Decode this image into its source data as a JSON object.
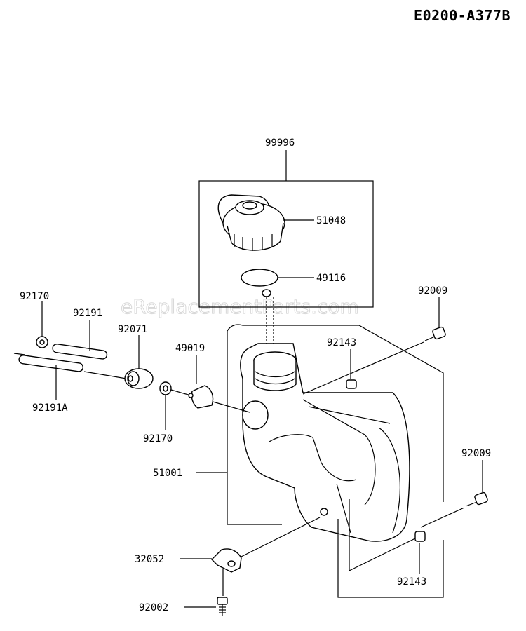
{
  "diagram_code": "E0200-A377B",
  "watermark": "eReplacementParts.com",
  "labels": {
    "p99996": "99996",
    "p51048": "51048",
    "p49116": "49116",
    "p92009_top": "92009",
    "p92170_top": "92170",
    "p92191": "92191",
    "p92071": "92071",
    "p49019": "49019",
    "p92143_top": "92143",
    "p92191A": "92191A",
    "p92170_bot": "92170",
    "p51001": "51001",
    "p92009_right": "92009",
    "p32052": "32052",
    "p92143_bot": "92143",
    "p92002": "92002"
  }
}
